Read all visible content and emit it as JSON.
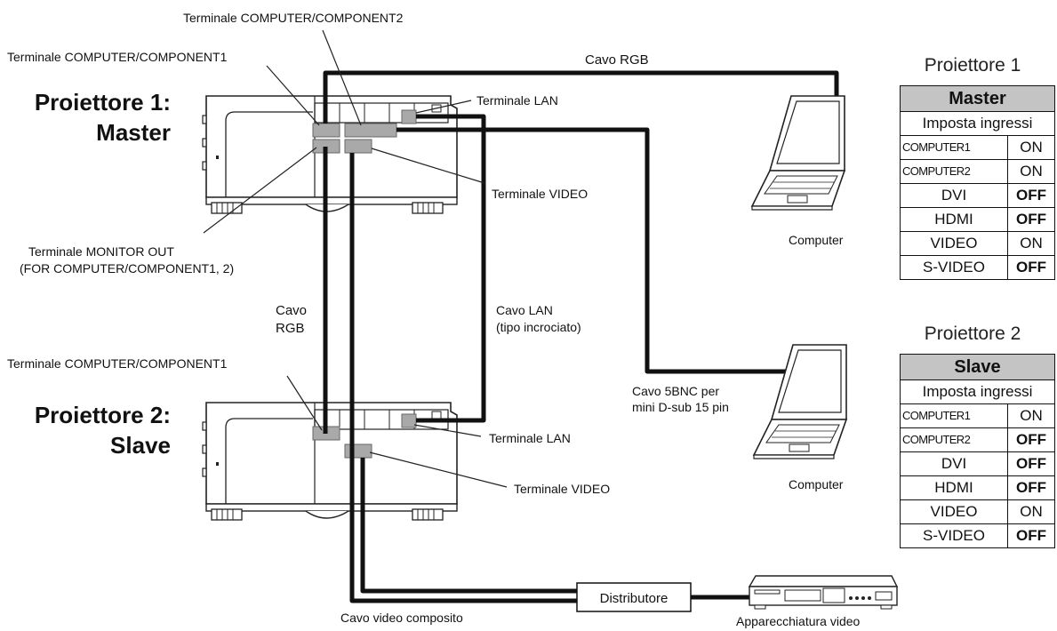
{
  "projectors": {
    "p1_heading_line1": "Proiettore 1:",
    "p1_heading_line2": "Master",
    "p2_heading_line1": "Proiettore 2:",
    "p2_heading_line2": "Slave"
  },
  "labels": {
    "comp2_top": "Terminale COMPUTER/COMPONENT2",
    "comp1_top": "Terminale COMPUTER/COMPONENT1",
    "rgb_top": "Cavo RGB",
    "lan_top": "Terminale LAN",
    "video_top": "Terminale VIDEO",
    "monitor_out_1": "Terminale MONITOR OUT",
    "monitor_out_2": "(FOR COMPUTER/COMPONENT1, 2)",
    "rgb_mid_1": "Cavo",
    "rgb_mid_2": "RGB",
    "lan_cable_1": "Cavo LAN",
    "lan_cable_2": "(tipo incrociato)",
    "bnc_1": "Cavo 5BNC per",
    "bnc_2": "mini D-sub 15 pin",
    "comp1_bottom": "Terminale COMPUTER/COMPONENT1",
    "lan_bottom": "Terminale LAN",
    "video_bottom": "Terminale VIDEO",
    "computer_1": "Computer",
    "computer_2": "Computer",
    "distributor": "Distributore",
    "composite_cable": "Cavo video composito",
    "video_equipment": "Apparecchiatura video"
  },
  "table1": {
    "title": "Proiettore 1",
    "header": "Master",
    "subheader": "Imposta ingressi",
    "rows": [
      {
        "input": "COMPUTER1",
        "state": "ON"
      },
      {
        "input": "COMPUTER2",
        "state": "ON"
      },
      {
        "input": "DVI",
        "state": "OFF"
      },
      {
        "input": "HDMI",
        "state": "OFF"
      },
      {
        "input": "VIDEO",
        "state": "ON"
      },
      {
        "input": "S-VIDEO",
        "state": "OFF"
      }
    ]
  },
  "table2": {
    "title": "Proiettore 2",
    "header": "Slave",
    "subheader": "Imposta ingressi",
    "rows": [
      {
        "input": "COMPUTER1",
        "state": "ON"
      },
      {
        "input": "COMPUTER2",
        "state": "OFF"
      },
      {
        "input": "DVI",
        "state": "OFF"
      },
      {
        "input": "HDMI",
        "state": "OFF"
      },
      {
        "input": "VIDEO",
        "state": "ON"
      },
      {
        "input": "S-VIDEO",
        "state": "OFF"
      }
    ]
  }
}
